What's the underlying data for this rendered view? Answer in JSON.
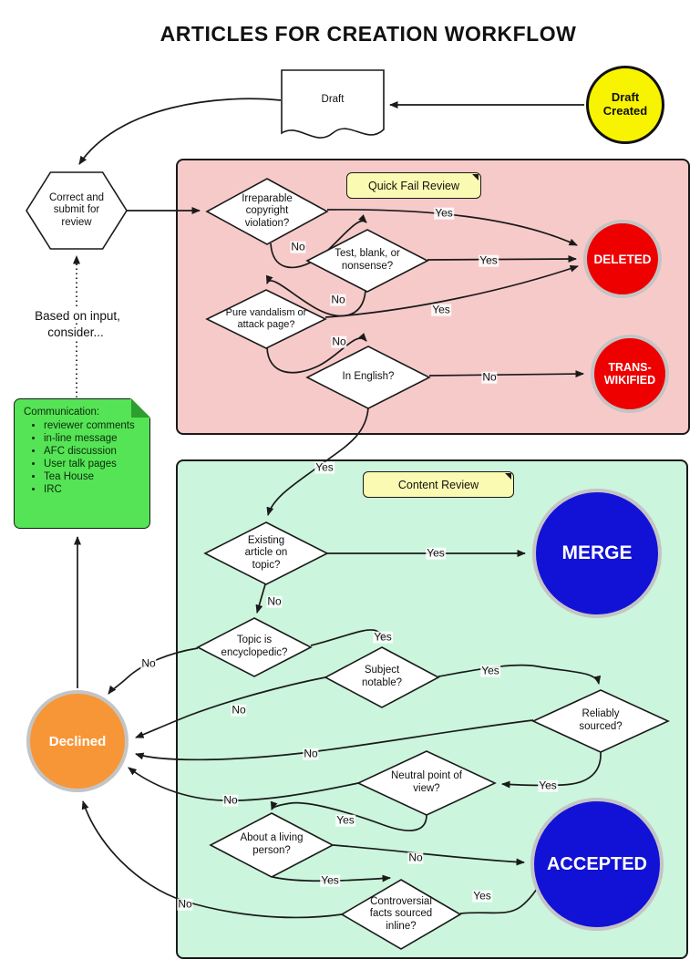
{
  "title": "ARTICLES FOR CREATION WORKFLOW",
  "nodes": {
    "draft_created": "Draft Created",
    "draft": "Draft",
    "correct_submit": "Correct and submit for review",
    "based_on_input": "Based on input, consider...",
    "quick_fail_review": "Quick Fail Review",
    "content_review": "Content Review",
    "irreparable": "Irreparable copyright violation?",
    "test_blank": "Test, blank, or nonsense?",
    "vandalism": "Pure vandalism or attack page?",
    "in_english": "In English?",
    "deleted": "DELETED",
    "transwikified": "TRANS-WIKIFIED",
    "existing_article": "Existing article on topic?",
    "merge": "MERGE",
    "topic_encyclopedic": "Topic is encyclopedic?",
    "subject_notable": "Subject notable?",
    "reliably_sourced": "Reliably sourced?",
    "neutral_pov": "Neutral point of view?",
    "living_person": "About a living person?",
    "controversial": "Controversial facts sourced inline?",
    "accepted": "ACCEPTED",
    "declined": "Declined"
  },
  "note": {
    "title": "Communication:",
    "items": [
      "reviewer comments",
      "in-line message",
      "AFC discussion",
      "User talk pages",
      "Tea House",
      "IRC"
    ]
  },
  "edges": [
    {
      "id": "copyright-yes",
      "label": "Yes"
    },
    {
      "id": "copyright-no",
      "label": "No"
    },
    {
      "id": "test-yes",
      "label": "Yes"
    },
    {
      "id": "test-no",
      "label": "No"
    },
    {
      "id": "vandalism-yes",
      "label": "Yes"
    },
    {
      "id": "vandalism-no",
      "label": "No"
    },
    {
      "id": "english-no",
      "label": "No"
    },
    {
      "id": "english-yes",
      "label": "Yes"
    },
    {
      "id": "existing-yes",
      "label": "Yes"
    },
    {
      "id": "existing-no",
      "label": "No"
    },
    {
      "id": "topic-yes",
      "label": "Yes"
    },
    {
      "id": "topic-no",
      "label": "No"
    },
    {
      "id": "subject-yes",
      "label": "Yes"
    },
    {
      "id": "subject-no",
      "label": "No"
    },
    {
      "id": "reliably-yes",
      "label": "Yes"
    },
    {
      "id": "reliably-no",
      "label": "No"
    },
    {
      "id": "neutral-yes",
      "label": "Yes"
    },
    {
      "id": "neutral-no",
      "label": "No"
    },
    {
      "id": "living-no",
      "label": "No"
    },
    {
      "id": "living-yes",
      "label": "Yes"
    },
    {
      "id": "controversial-yes",
      "label": "Yes"
    },
    {
      "id": "controversial-no",
      "label": "No"
    }
  ],
  "colors": {
    "zone_quick_fail": "#F7CACA",
    "zone_content": "#CBF5DC",
    "tag_yellow": "#FBFAB2",
    "note_green": "#55E455",
    "note_fold": "#2E9E2E",
    "start_yellow": "#F8F400",
    "deleted_red": "#EE0000",
    "outcome_blue": "#1212D6",
    "declined_orange": "#F79637",
    "circle_ring": "#C4C4C4"
  }
}
